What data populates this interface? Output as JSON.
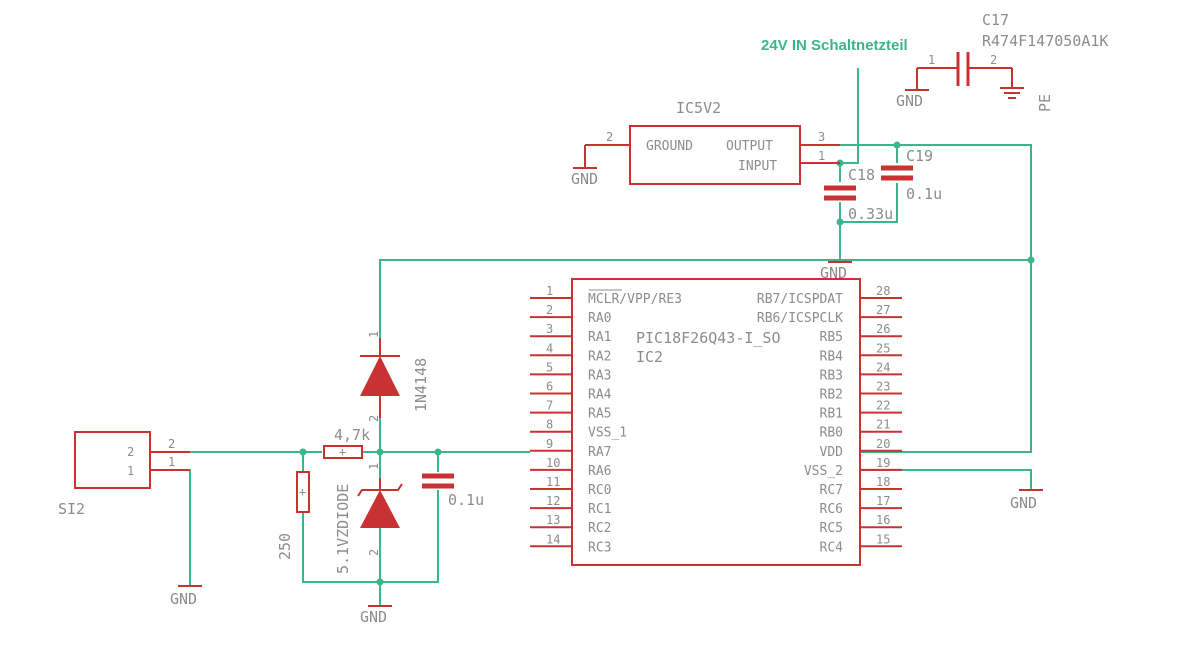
{
  "colors": {
    "wire": "#3cb48c",
    "part": "#c83232",
    "text": "#8c8c8c",
    "background": "#ffffff"
  },
  "net_label": "24V IN Schaltnetzteil",
  "gnd_label": "GND",
  "pe_label": "PE",
  "c17": {
    "name": "C17",
    "value": "R474F147050A1K",
    "pin1": "1",
    "pin2": "2"
  },
  "regulator": {
    "name": "IC5V2",
    "ground_label": "GROUND",
    "output_label": "OUTPUT",
    "input_label": "INPUT",
    "pin_ground": "2",
    "pin_output": "3",
    "pin_input": "1"
  },
  "c18": {
    "name": "C18",
    "value": "0.33u"
  },
  "c19": {
    "name": "C19",
    "value": "0.1u"
  },
  "mcu": {
    "part": "PIC18F26Q43-I_SO",
    "name": "IC2",
    "left_pins": [
      {
        "num": "1",
        "label": "MCLR/VPP/RE3"
      },
      {
        "num": "2",
        "label": "RA0"
      },
      {
        "num": "3",
        "label": "RA1"
      },
      {
        "num": "4",
        "label": "RA2"
      },
      {
        "num": "5",
        "label": "RA3"
      },
      {
        "num": "6",
        "label": "RA4"
      },
      {
        "num": "7",
        "label": "RA5"
      },
      {
        "num": "8",
        "label": "VSS_1"
      },
      {
        "num": "9",
        "label": "RA7"
      },
      {
        "num": "10",
        "label": "RA6"
      },
      {
        "num": "11",
        "label": "RC0"
      },
      {
        "num": "12",
        "label": "RC1"
      },
      {
        "num": "13",
        "label": "RC2"
      },
      {
        "num": "14",
        "label": "RC3"
      }
    ],
    "right_pins": [
      {
        "num": "28",
        "label": "RB7/ICSPDAT"
      },
      {
        "num": "27",
        "label": "RB6/ICSPCLK"
      },
      {
        "num": "26",
        "label": "RB5"
      },
      {
        "num": "25",
        "label": "RB4"
      },
      {
        "num": "24",
        "label": "RB3"
      },
      {
        "num": "23",
        "label": "RB2"
      },
      {
        "num": "22",
        "label": "RB1"
      },
      {
        "num": "21",
        "label": "RB0"
      },
      {
        "num": "20",
        "label": "VDD"
      },
      {
        "num": "19",
        "label": "VSS_2"
      },
      {
        "num": "18",
        "label": "RC7"
      },
      {
        "num": "17",
        "label": "RC6"
      },
      {
        "num": "16",
        "label": "RC5"
      },
      {
        "num": "15",
        "label": "RC4"
      }
    ]
  },
  "diode": {
    "name": "1N4148",
    "pin1": "1",
    "pin2": "2"
  },
  "resistor": {
    "value": "4,7k"
  },
  "zener": {
    "name": "5.1VZDIODE",
    "pin1": "1",
    "pin2": "2"
  },
  "r250": {
    "value": "250"
  },
  "cap": {
    "value": "0.1u"
  },
  "connector": {
    "name": "SI2",
    "pin2": "2",
    "pin1": "1"
  }
}
